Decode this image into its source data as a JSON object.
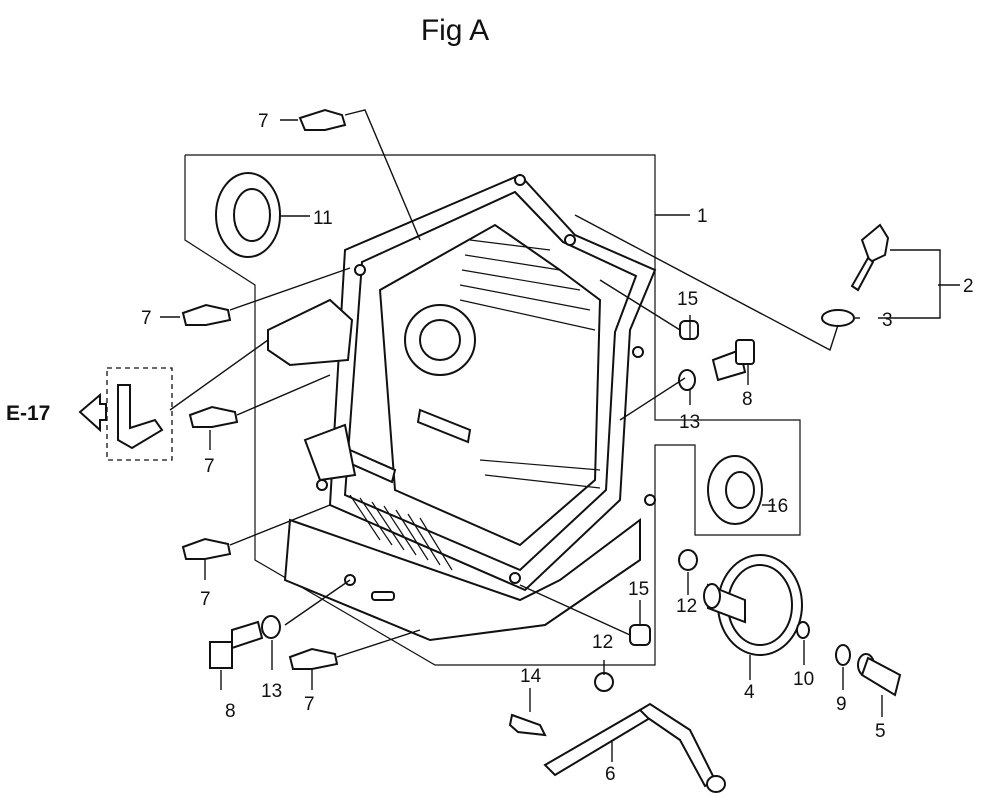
{
  "title": "Fig A",
  "reference": "E-17",
  "callouts": {
    "c1": "1",
    "c2": "2",
    "c3": "3",
    "c4": "4",
    "c5": "5",
    "c6": "6",
    "c7a": "7",
    "c7b": "7",
    "c7c": "7",
    "c7d": "7",
    "c7e": "7",
    "c8a": "8",
    "c8b": "8",
    "c9": "9",
    "c10": "10",
    "c11": "11",
    "c12a": "12",
    "c12b": "12",
    "c13a": "13",
    "c13b": "13",
    "c14": "14",
    "c15a": "15",
    "c15b": "15",
    "c16": "16"
  },
  "parts": [
    {
      "id": "1",
      "icon": "crankcase-cover-icon"
    },
    {
      "id": "2",
      "icon": "oil-filler-cap-icon"
    },
    {
      "id": "3",
      "icon": "o-ring-icon"
    },
    {
      "id": "4",
      "icon": "governor-gear-icon"
    },
    {
      "id": "5",
      "icon": "shaft-pin-icon"
    },
    {
      "id": "6",
      "icon": "governor-arm-icon"
    },
    {
      "id": "7",
      "icon": "flange-bolt-icon"
    },
    {
      "id": "8",
      "icon": "drain-bolt-icon"
    },
    {
      "id": "9",
      "icon": "washer-icon"
    },
    {
      "id": "10",
      "icon": "small-washer-icon"
    },
    {
      "id": "11",
      "icon": "oil-seal-icon"
    },
    {
      "id": "12",
      "icon": "nut-icon"
    },
    {
      "id": "13",
      "icon": "sealing-washer-icon"
    },
    {
      "id": "14",
      "icon": "clip-icon"
    },
    {
      "id": "15",
      "icon": "dowel-pin-icon"
    },
    {
      "id": "16",
      "icon": "ball-bearing-icon"
    }
  ]
}
